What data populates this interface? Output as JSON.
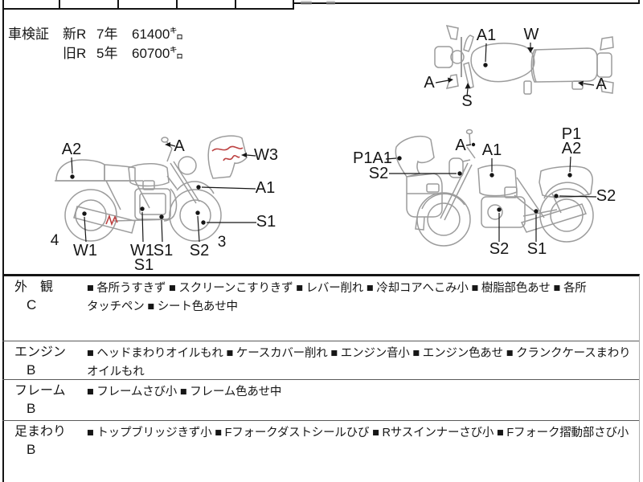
{
  "vehicle_inspection": {
    "title": "車検証",
    "rows": [
      {
        "era": "新R",
        "years": "7年",
        "distance": "61400㌔"
      },
      {
        "era": "旧R",
        "years": "5年",
        "distance": "60700㌔"
      }
    ]
  },
  "diagrams": {
    "top_view": {
      "tank": "A1",
      "seat": "W",
      "front_left": "A",
      "front_fender": "S",
      "rear": "A"
    },
    "left_side": {
      "tail": "A2",
      "mirror": "A",
      "windscreen": "W3",
      "front_fender": "A1",
      "front_wheel": "S1",
      "zone_rear": "4",
      "muffler": "W1",
      "engine_top": "W1",
      "engine_bottom": "S1",
      "frame": "S1",
      "fork": "S2",
      "zone_front": "3"
    },
    "right_side": {
      "cowl": "P1A1",
      "fork_upper": "S2",
      "mirror": "A",
      "tank": "A1",
      "tail_top": "P1",
      "tail_bottom": "A2",
      "shock": "S2",
      "engine": "S2",
      "swingarm": "S1"
    }
  },
  "conditions": {
    "sections": [
      {
        "label": "外　観",
        "grade": "C",
        "lines": [
          "■ 各所うすきず ■ スクリーンこすりきず ■ レバー削れ ■ 冷却コアへこみ小 ■ 樹脂部色あせ ■ 各所",
          "タッチペン ■ シート色あせ中"
        ]
      },
      {
        "label": "エンジン",
        "grade": "B",
        "lines": [
          "■ ヘッドまわりオイルもれ ■ ケースカバー削れ ■ エンジン音小 ■ エンジン色あせ ■ クランクケースまわり",
          "オイルもれ"
        ]
      },
      {
        "label": "フレーム",
        "grade": "B",
        "lines": [
          "■ フレームさび小 ■ フレーム色あせ中"
        ]
      },
      {
        "label": "足まわり",
        "grade": "B",
        "lines": [
          "■ トップブリッジきず小 ■ Fフォークダストシールひび ■ Rサスインナーさび小 ■ Fフォーク摺動部さび小"
        ]
      }
    ]
  },
  "colors": {
    "sketch_gray": "#9c9c9c",
    "damage_red": "#bd4242",
    "ink_black": "#161616"
  }
}
